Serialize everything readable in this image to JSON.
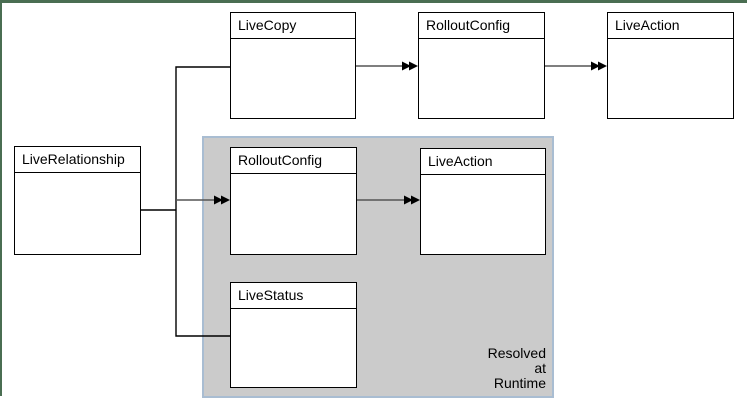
{
  "diagram": {
    "boxes": [
      {
        "id": "livecopy",
        "label": "LiveCopy"
      },
      {
        "id": "rolloutconfig-top",
        "label": "RolloutConfig"
      },
      {
        "id": "liveaction-top",
        "label": "LiveAction"
      },
      {
        "id": "liverelationship",
        "label": "LiveRelationship"
      },
      {
        "id": "rolloutconfig-runtime",
        "label": "RolloutConfig"
      },
      {
        "id": "liveaction-runtime",
        "label": "LiveAction"
      },
      {
        "id": "livestatus",
        "label": "LiveStatus"
      }
    ],
    "runtime_region": {
      "note": "Resolved\nat\nRuntime"
    },
    "colors": {
      "background": "#ffffff",
      "frame_green": "#4a6e52",
      "region_fill": "#cbcbcb",
      "region_border": "#a9bdd2",
      "box_border": "#000000",
      "connector_line": "#555555",
      "arrowhead": "#000000"
    }
  }
}
